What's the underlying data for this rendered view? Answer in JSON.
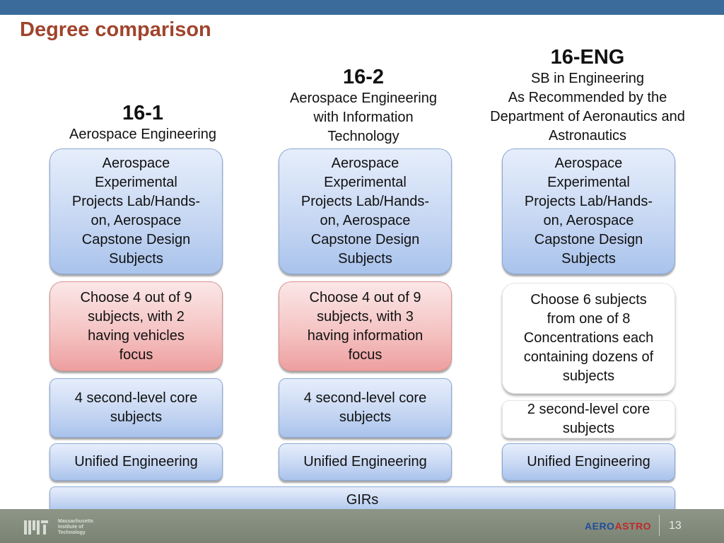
{
  "slide": {
    "title": "Degree comparison"
  },
  "columns": [
    {
      "code": "16-1",
      "desc_lines": [
        "Aerospace Engineering"
      ],
      "capstone_lines": [
        "Aerospace",
        "Experimental",
        "Projects Lab/Hands-",
        "on, Aerospace",
        "Capstone Design",
        "Subjects"
      ],
      "choose_lines": [
        "Choose 4 out of 9",
        "subjects, with 2",
        "having vehicles",
        "focus"
      ],
      "core_lines": [
        "4 second-level core",
        "subjects"
      ],
      "unified": "Unified Engineering"
    },
    {
      "code": "16-2",
      "desc_lines": [
        "Aerospace Engineering",
        "with Information",
        "Technology"
      ],
      "capstone_lines": [
        "Aerospace",
        "Experimental",
        "Projects Lab/Hands-",
        "on, Aerospace",
        "Capstone Design",
        "Subjects"
      ],
      "choose_lines": [
        "Choose 4 out of 9",
        "subjects, with 3",
        "having information",
        "focus"
      ],
      "core_lines": [
        "4 second-level core",
        "subjects"
      ],
      "unified": "Unified Engineering"
    },
    {
      "code": "16-ENG",
      "desc_lines": [
        "SB in Engineering",
        "As Recommended by the",
        "Department of Aeronautics and",
        "Astronautics"
      ],
      "capstone_lines": [
        "Aerospace",
        "Experimental",
        "Projects Lab/Hands-",
        "on, Aerospace",
        "Capstone Design",
        "Subjects"
      ],
      "choose_lines": [
        "Choose 6 subjects",
        "from one of 8",
        "Concentrations each",
        "containing dozens of",
        "subjects"
      ],
      "core_lines": [
        "2 second-level core",
        "subjects"
      ],
      "unified": "Unified Engineering"
    }
  ],
  "girs": "GIRs",
  "footer": {
    "mit_lines": [
      "Massachusetts",
      "Institute of",
      "Technology"
    ],
    "logo_aero": "AERO",
    "logo_astro": "ASTRO",
    "page_number": "13"
  },
  "colors": {
    "top_bar": "#3a6b9b",
    "title": "#a0442c",
    "footer": "#868e80"
  }
}
